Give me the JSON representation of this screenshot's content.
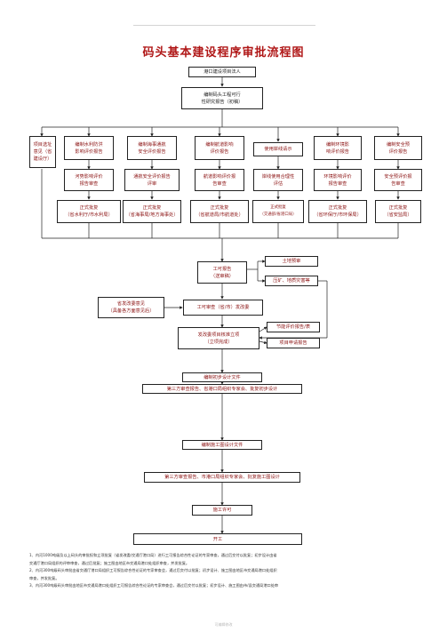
{
  "title": "码头基本建设程序审批流程图",
  "nodes": {
    "n1": "港口建设项目法人",
    "n2": "编制码头工程可行\n性研究报告（初稿）",
    "col0": "项目选址\n意见（省\n建设厅）",
    "r1": [
      "编制水利防洪\n影响评价报告",
      "编制海事通航\n安全评价报告",
      "编制航道影响\n评价报告",
      "使用岸线请示",
      "编制环境影\n响评价报告",
      "编制安全预\n评价报告"
    ],
    "r2": [
      "河势影响评价\n报告审查",
      "通航安全评价报告\n评审",
      "航道影响评价报\n告审查",
      "岸线使用合理性\n评估",
      "环境影响评价\n报告审查",
      "安全预评价报\n告审查"
    ],
    "r3": [
      "正式批复\n（省水利厅/市水利局）",
      "正式批复\n（省海事局/地方海事处）",
      "正式批复\n（省航道局/市航道处）",
      "正式批复\n（交通部/省港口局）",
      "正式批复\n（省环保厅/市环保局）",
      "正式批复\n（省安监局）"
    ],
    "approval_report": "工可报告\n（送审稿）",
    "land": "土地预审",
    "mine": "压矿、地质灾害等",
    "review": "工可审查（省/市）发改委",
    "province_opinion": "省发改委意见\n（具备各方面意见后）",
    "project_approval": "发改委项目核准立项\n（立项完成）",
    "energy": "节能评价报告/表",
    "app_report": "项目申请报告",
    "prelim": "编制初步设计文件",
    "prelim_review": "第三方审查报告、省港口局组织专家会、批复初步设计",
    "construction_design": "编制施工图设计文件",
    "construction_review": "第三方审查报告、市港口局组织专家会、批复施工图设计",
    "permit": "施工许可",
    "start": "开工"
  },
  "notes": [
    "1、内河1000吨级及以上码头的审批权和立项批复（省发改委/交通厅港口局）进行工可报告综合性论证的专家审查，通过后交付以批复；初步设计由省",
    "交通厅港口局组织的评审审查，通过后批复；施工图由地区市交通局港口处组织审查，并发批复。",
    "2、内河300吨级码头审批由省交通厅港口局组织工可报告综合性论证的专家审查会，通过后交付以批复；初步设计、施工图由地区市交通局港口处组织",
    "审查，并发批复。",
    "3、内河300吨级码头审批由地区市交通局港口处组织工可报告综合性论证的专家审查会，通过后交付以批复；初步设计、施工图由市/县交通局港口处审"
  ],
  "footer": "可编辑修改",
  "colors": {
    "title": "#b01818",
    "text": "#8a1010",
    "line": "#222222"
  }
}
